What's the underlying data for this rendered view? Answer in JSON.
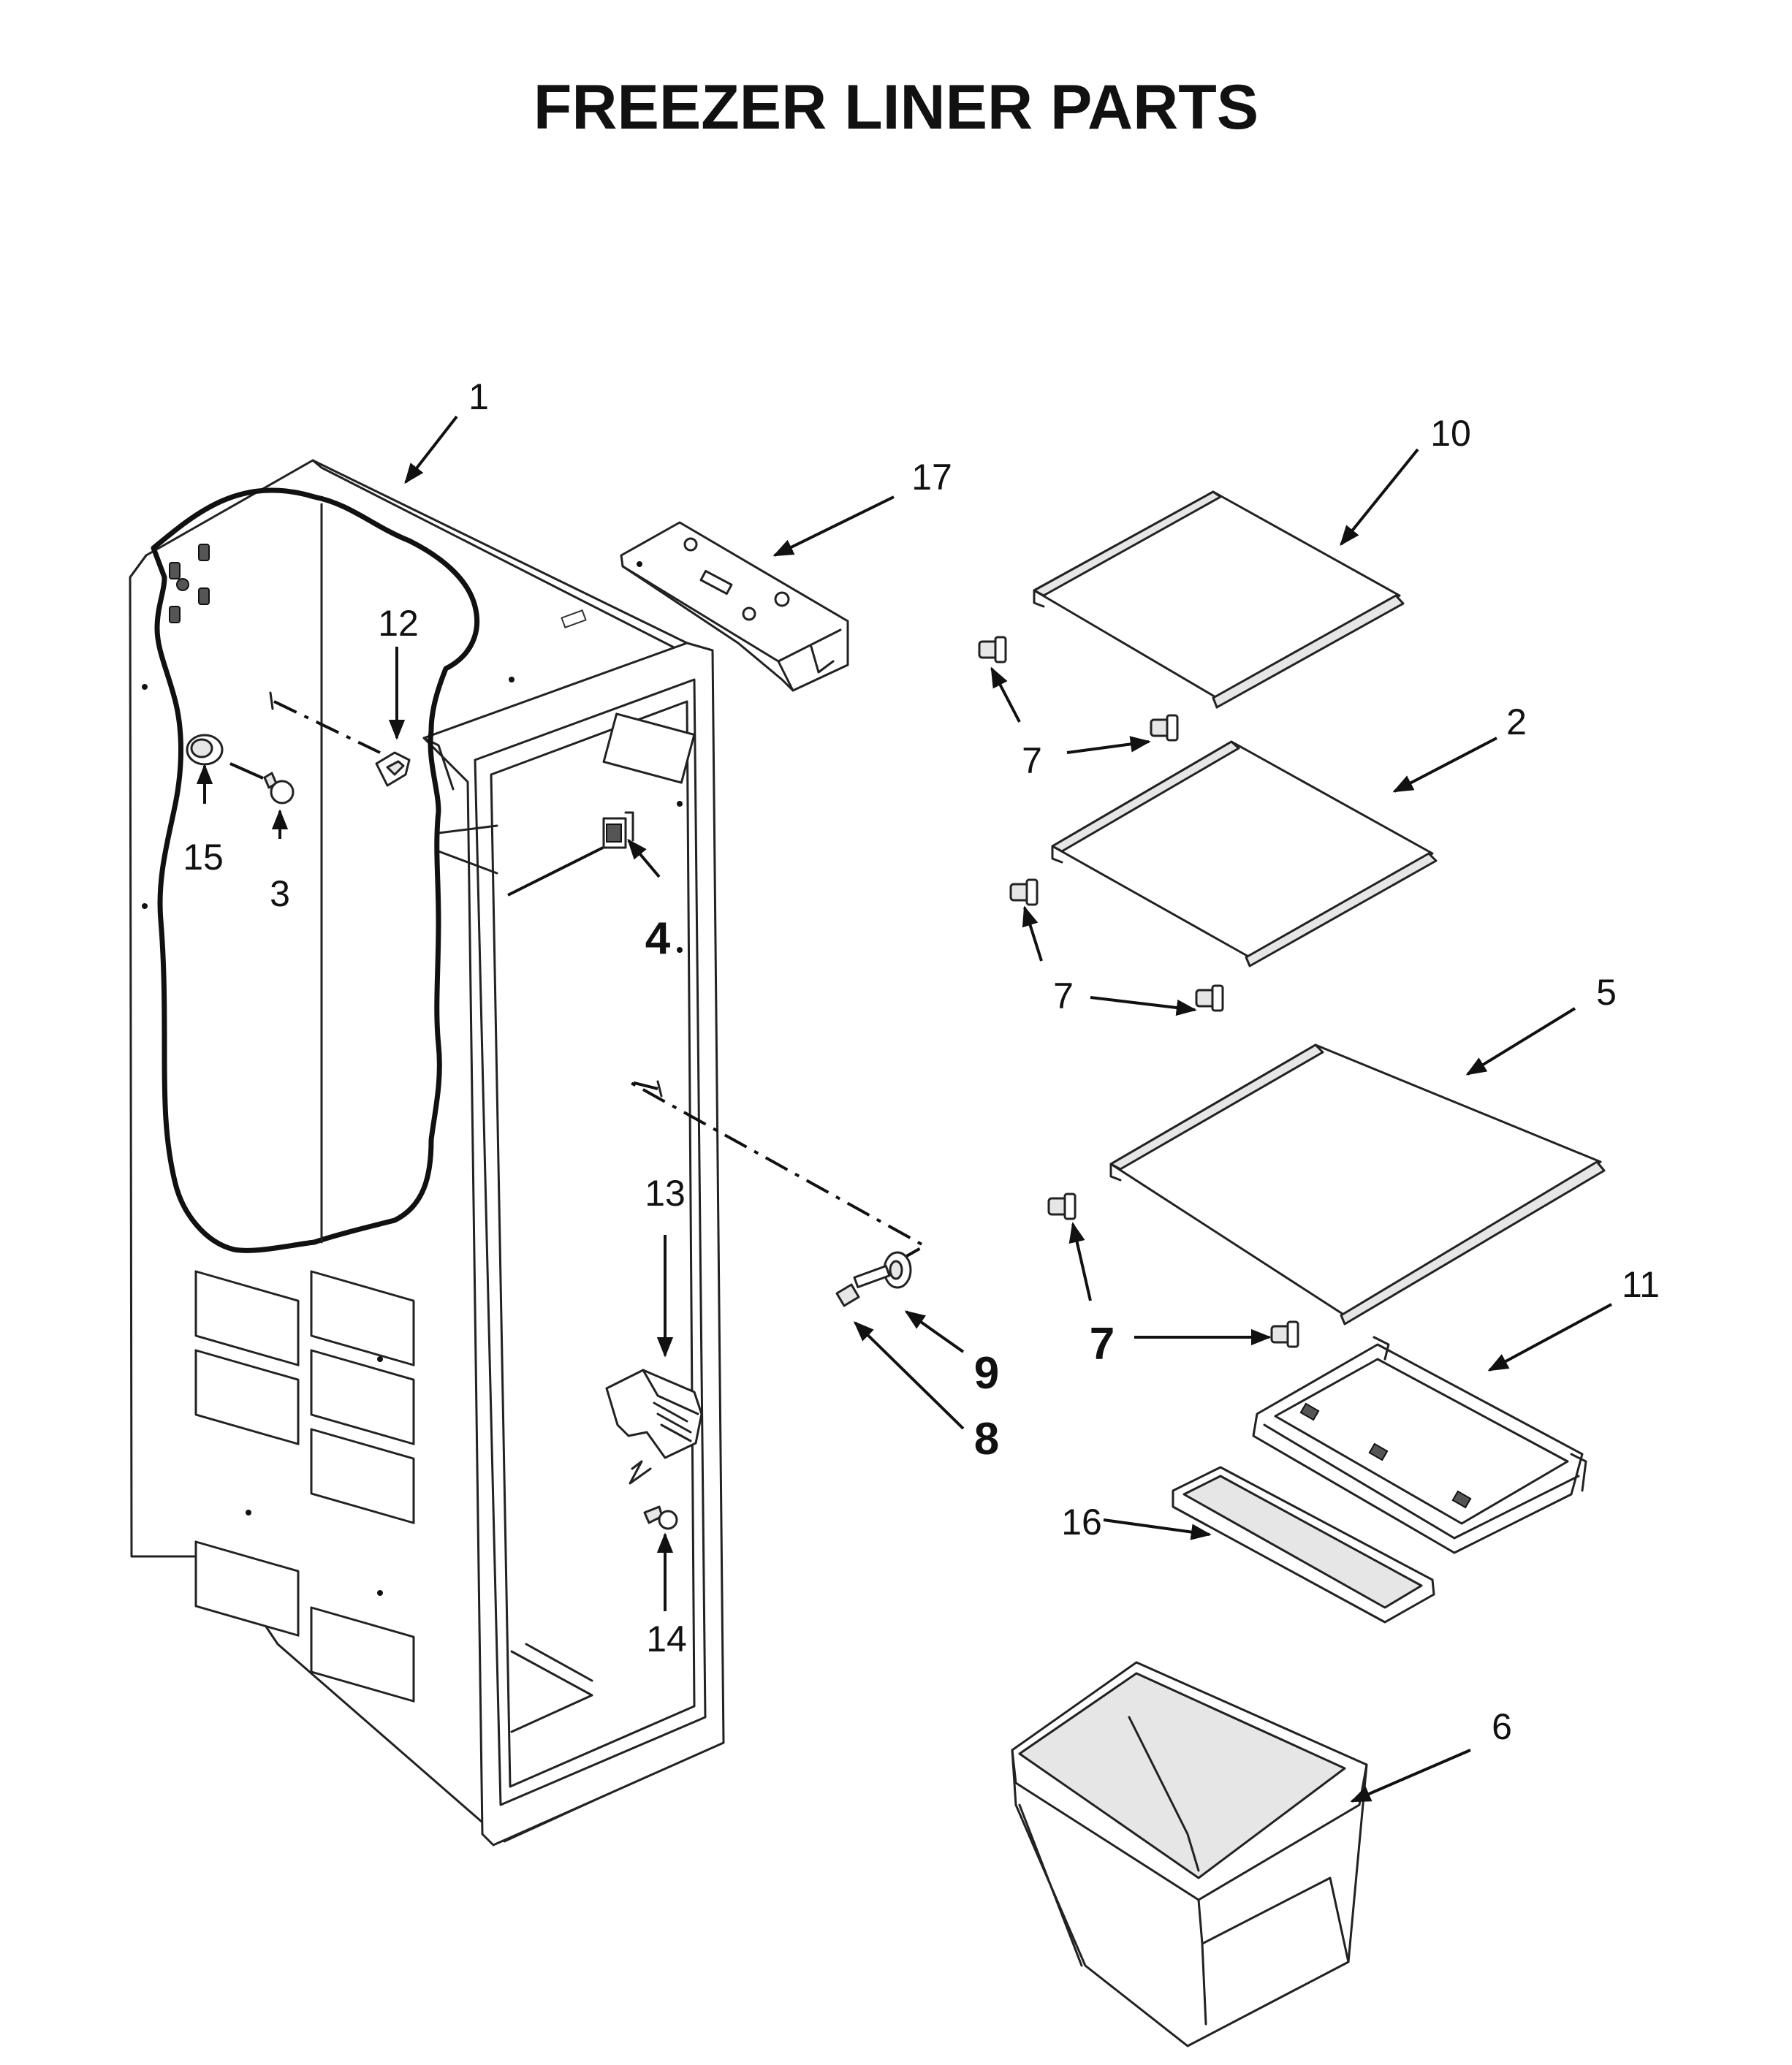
{
  "title": "FREEZER LINER PARTS",
  "callouts": {
    "c1": "1",
    "c2": "2",
    "c3": "3",
    "c4": "4",
    "c5": "5",
    "c6": "6",
    "c7a": "7",
    "c7b": "7",
    "c7c": "7",
    "c8": "8",
    "c9": "9",
    "c10": "10",
    "c11": "11",
    "c12": "12",
    "c13": "13",
    "c14": "14",
    "c15": "15",
    "c16": "16",
    "c17": "17"
  }
}
